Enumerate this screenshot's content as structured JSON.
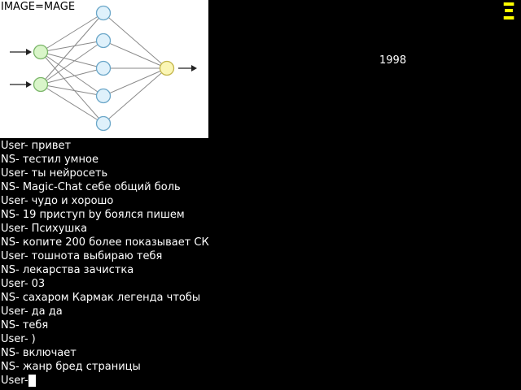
{
  "image_panel": {
    "caption": "IMAGE=MAGE"
  },
  "year": "1998",
  "corner_glyph": "Ξ",
  "colors": {
    "background": "#000000",
    "text": "#ffffff",
    "accent": "#ffff00",
    "input_node": "#d9f5c9",
    "hidden_node": "#dff1fb",
    "output_node": "#fbf6b5"
  },
  "chat": {
    "messages": [
      {
        "speaker": "User",
        "text": "привет"
      },
      {
        "speaker": "NS",
        "text": "тестил умное"
      },
      {
        "speaker": "User",
        "text": "ты нейросеть"
      },
      {
        "speaker": "NS",
        "text": "Magic-Chat себе общий боль"
      },
      {
        "speaker": "User",
        "text": "чудо и хорошо"
      },
      {
        "speaker": "NS",
        "text": "19 приступ by боялся пишем"
      },
      {
        "speaker": "User",
        "text": "Психушка"
      },
      {
        "speaker": "NS",
        "text": "копите 200 более показывает СК"
      },
      {
        "speaker": "User",
        "text": "тошнота выбираю тебя"
      },
      {
        "speaker": "NS",
        "text": "лекарства зачистка"
      },
      {
        "speaker": "User",
        "text": "03"
      },
      {
        "speaker": "NS",
        "text": "сахаром Кармак легенда чтобы"
      },
      {
        "speaker": "User",
        "text": "да да"
      },
      {
        "speaker": "NS",
        "text": "тебя"
      },
      {
        "speaker": "User",
        "text": ")"
      },
      {
        "speaker": "NS",
        "text": "включает"
      },
      {
        "speaker": "NS",
        "text": "жанр бред страницы"
      }
    ],
    "input": {
      "speaker": "User",
      "value": ""
    }
  }
}
